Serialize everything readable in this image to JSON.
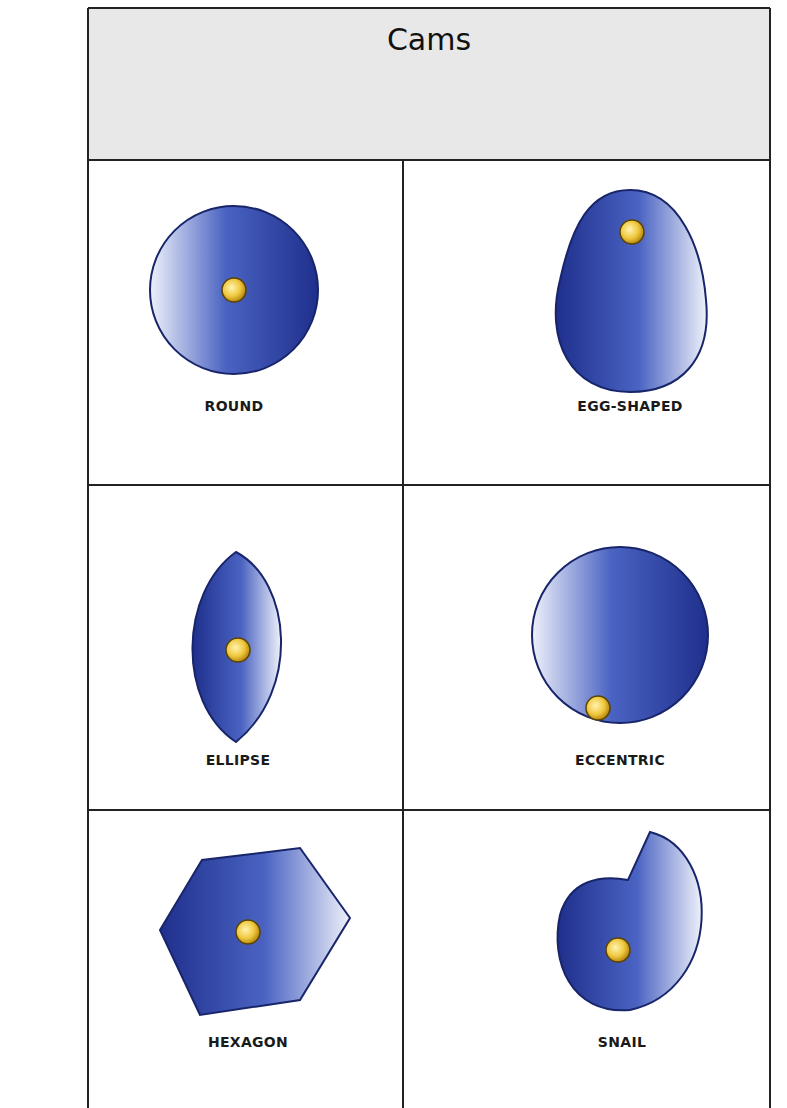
{
  "diagram": {
    "title": "Cams",
    "labels": [
      "ROUND",
      "EGG-SHAPED",
      "ELLIPSE",
      "ECCENTRIC",
      "HEXAGON",
      "SNAIL"
    ]
  }
}
